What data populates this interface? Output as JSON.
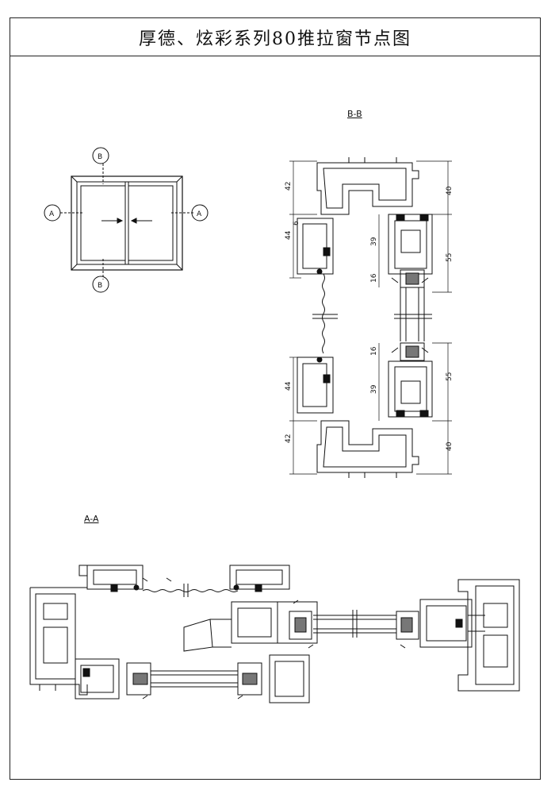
{
  "title": "厚德、炫彩系列80推拉窗节点图",
  "sections": {
    "bb_label": "B-B",
    "aa_label": "A-A"
  },
  "elevation": {
    "marker_top": "B",
    "marker_bottom": "B",
    "marker_left": "A",
    "marker_right": "A"
  },
  "dimensions_bb": {
    "top_left_42": "42",
    "top_right_40": "40",
    "left_44_top": "44",
    "small_6": "6",
    "mid_39_top": "39",
    "right_55_top": "55",
    "mid_16_top": "16",
    "mid_16_bottom": "16",
    "mid_39_bottom": "39",
    "right_55_bottom": "55",
    "left_44_bottom": "44",
    "bottom_left_42": "42",
    "bottom_right_40": "40"
  }
}
